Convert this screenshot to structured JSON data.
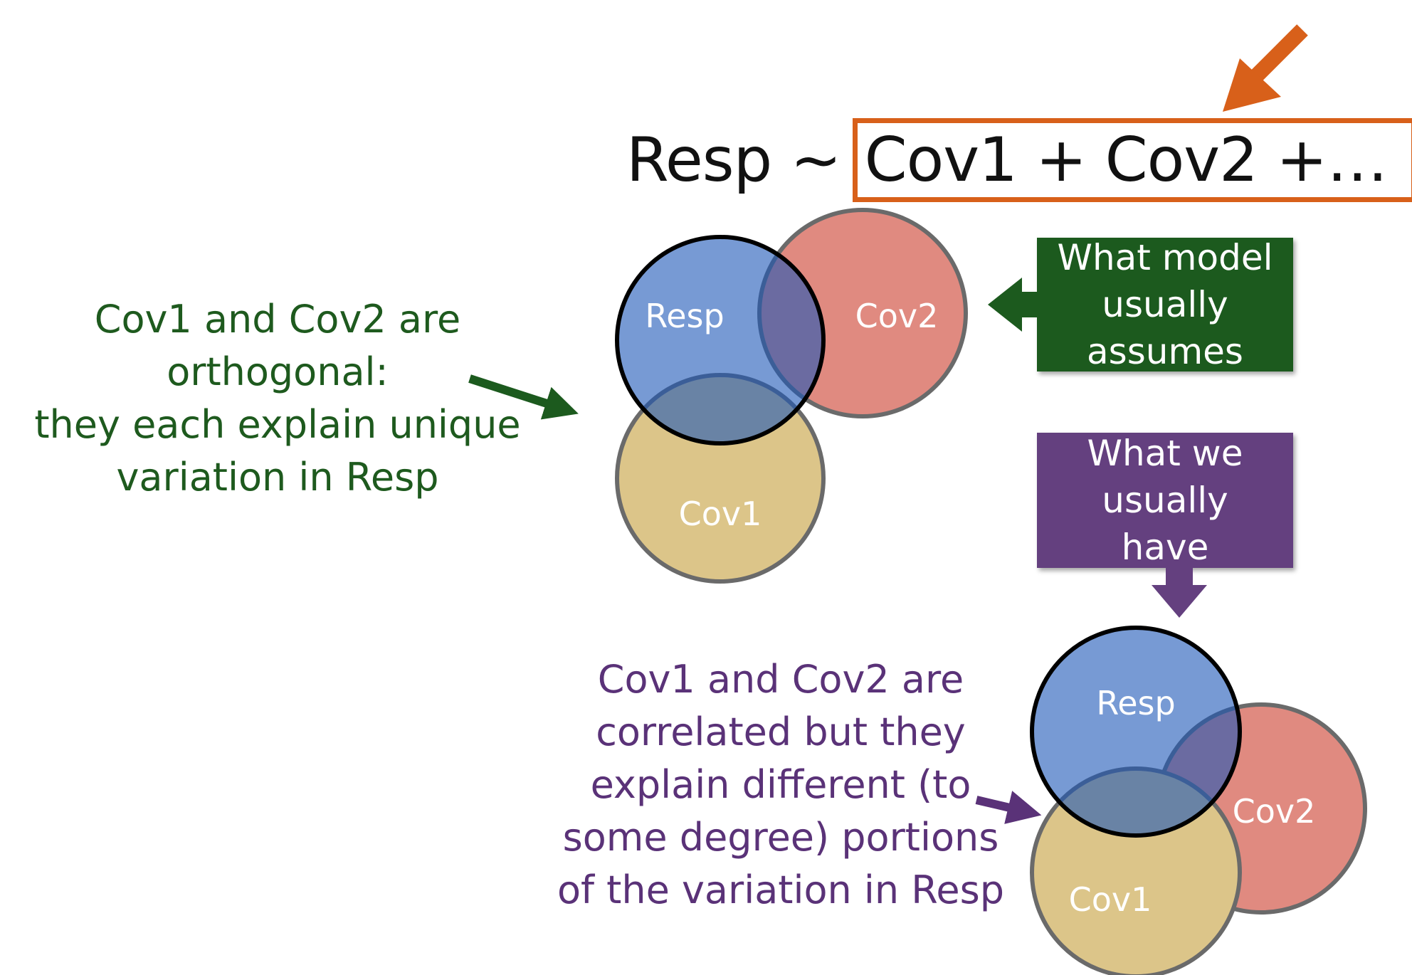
{
  "formula": {
    "response": "Resp ~",
    "terms": "Cov1 + Cov2 +…"
  },
  "notes": {
    "orthogonal": [
      "Cov1 and Cov2 are",
      "orthogonal:",
      "they each explain unique",
      "variation in Resp"
    ],
    "correlated": [
      "Cov1 and Cov2 are",
      "correlated but they",
      "explain different (to",
      "some degree) portions",
      "of the variation in Resp"
    ]
  },
  "boxes": {
    "model_assumes": [
      "What model",
      "usually assumes"
    ],
    "usually_have": [
      "What we usually",
      "have"
    ]
  },
  "venn_labels": {
    "resp": "Resp",
    "cov1": "Cov1",
    "cov2": "Cov2"
  },
  "colors": {
    "resp": "#1c56b8",
    "cov1": "#dcc589",
    "cov2": "#e08a80",
    "highlight": "#d8601a",
    "green": "#1c5a1e",
    "purple": "#64407f"
  }
}
